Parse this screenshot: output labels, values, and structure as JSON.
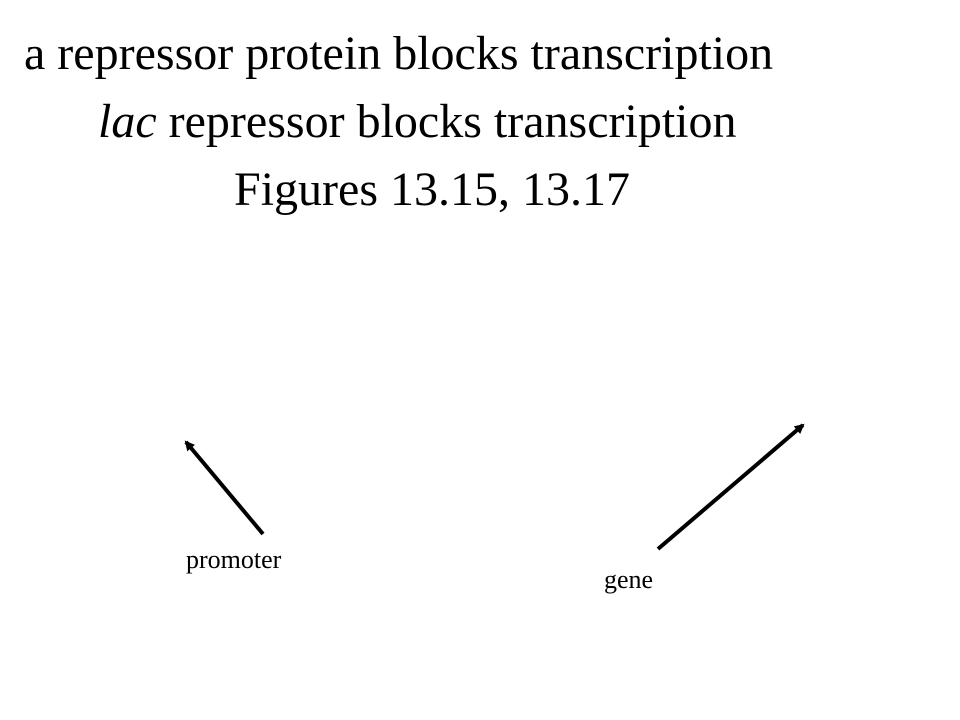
{
  "title": {
    "line1": "a repressor protein blocks transcription",
    "line2_italic": "lac",
    "line2_rest": " repressor blocks transcription",
    "line3": "Figures 13.15, 13.17"
  },
  "labels": {
    "promoter": "promoter",
    "gene": "gene"
  },
  "colors": {
    "text": "#000000",
    "arrow": "#000000",
    "background": "#ffffff"
  }
}
